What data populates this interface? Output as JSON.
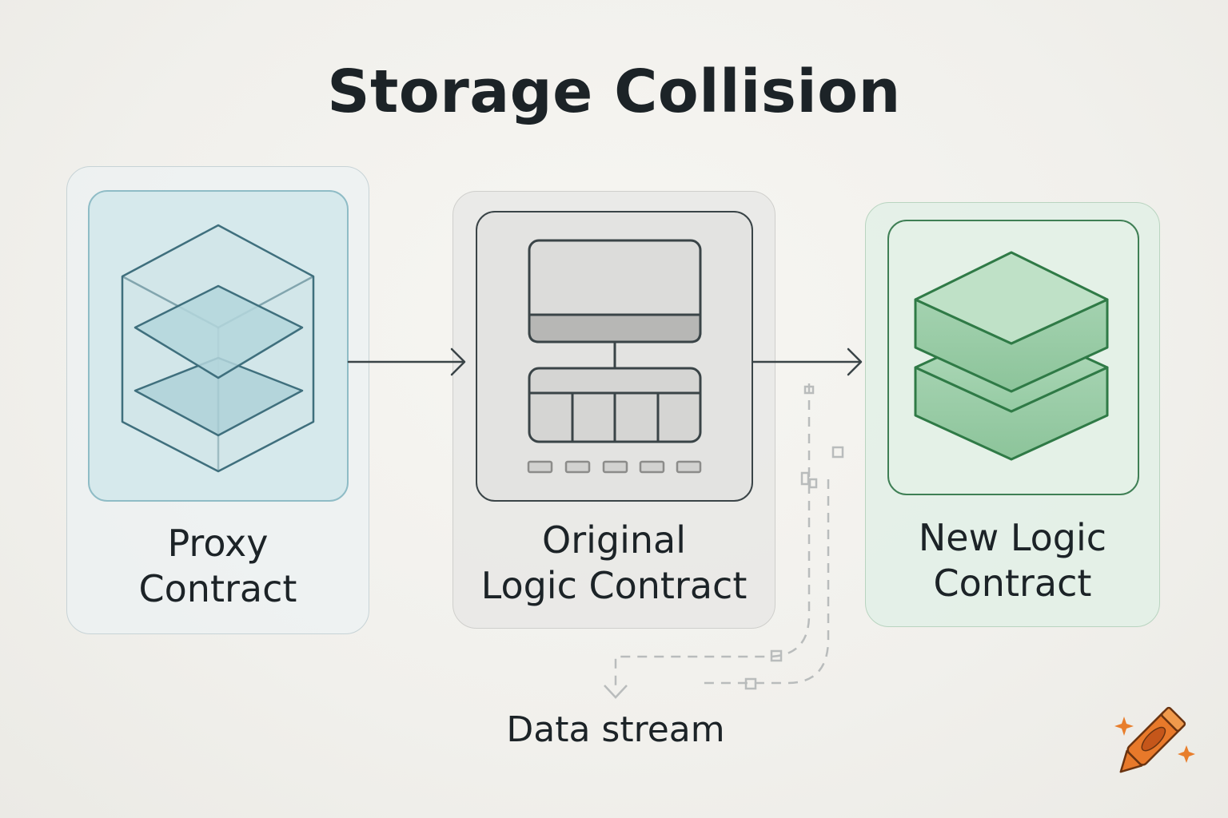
{
  "title": "Storage Collision",
  "cards": {
    "proxy": {
      "line1": "Proxy",
      "line2": "Contract",
      "icon": "layered-cube-icon",
      "color": "#8fbcc6"
    },
    "original": {
      "line1": "Original",
      "line2": "Logic Contract",
      "icon": "storage-layout-icon",
      "color": "#3a4447"
    },
    "new": {
      "line1": "New Logic",
      "line2": "Contract",
      "icon": "stacked-layers-icon",
      "color": "#3f7f55"
    }
  },
  "data_stream_label": "Data stream",
  "logo": "crayon-icon"
}
